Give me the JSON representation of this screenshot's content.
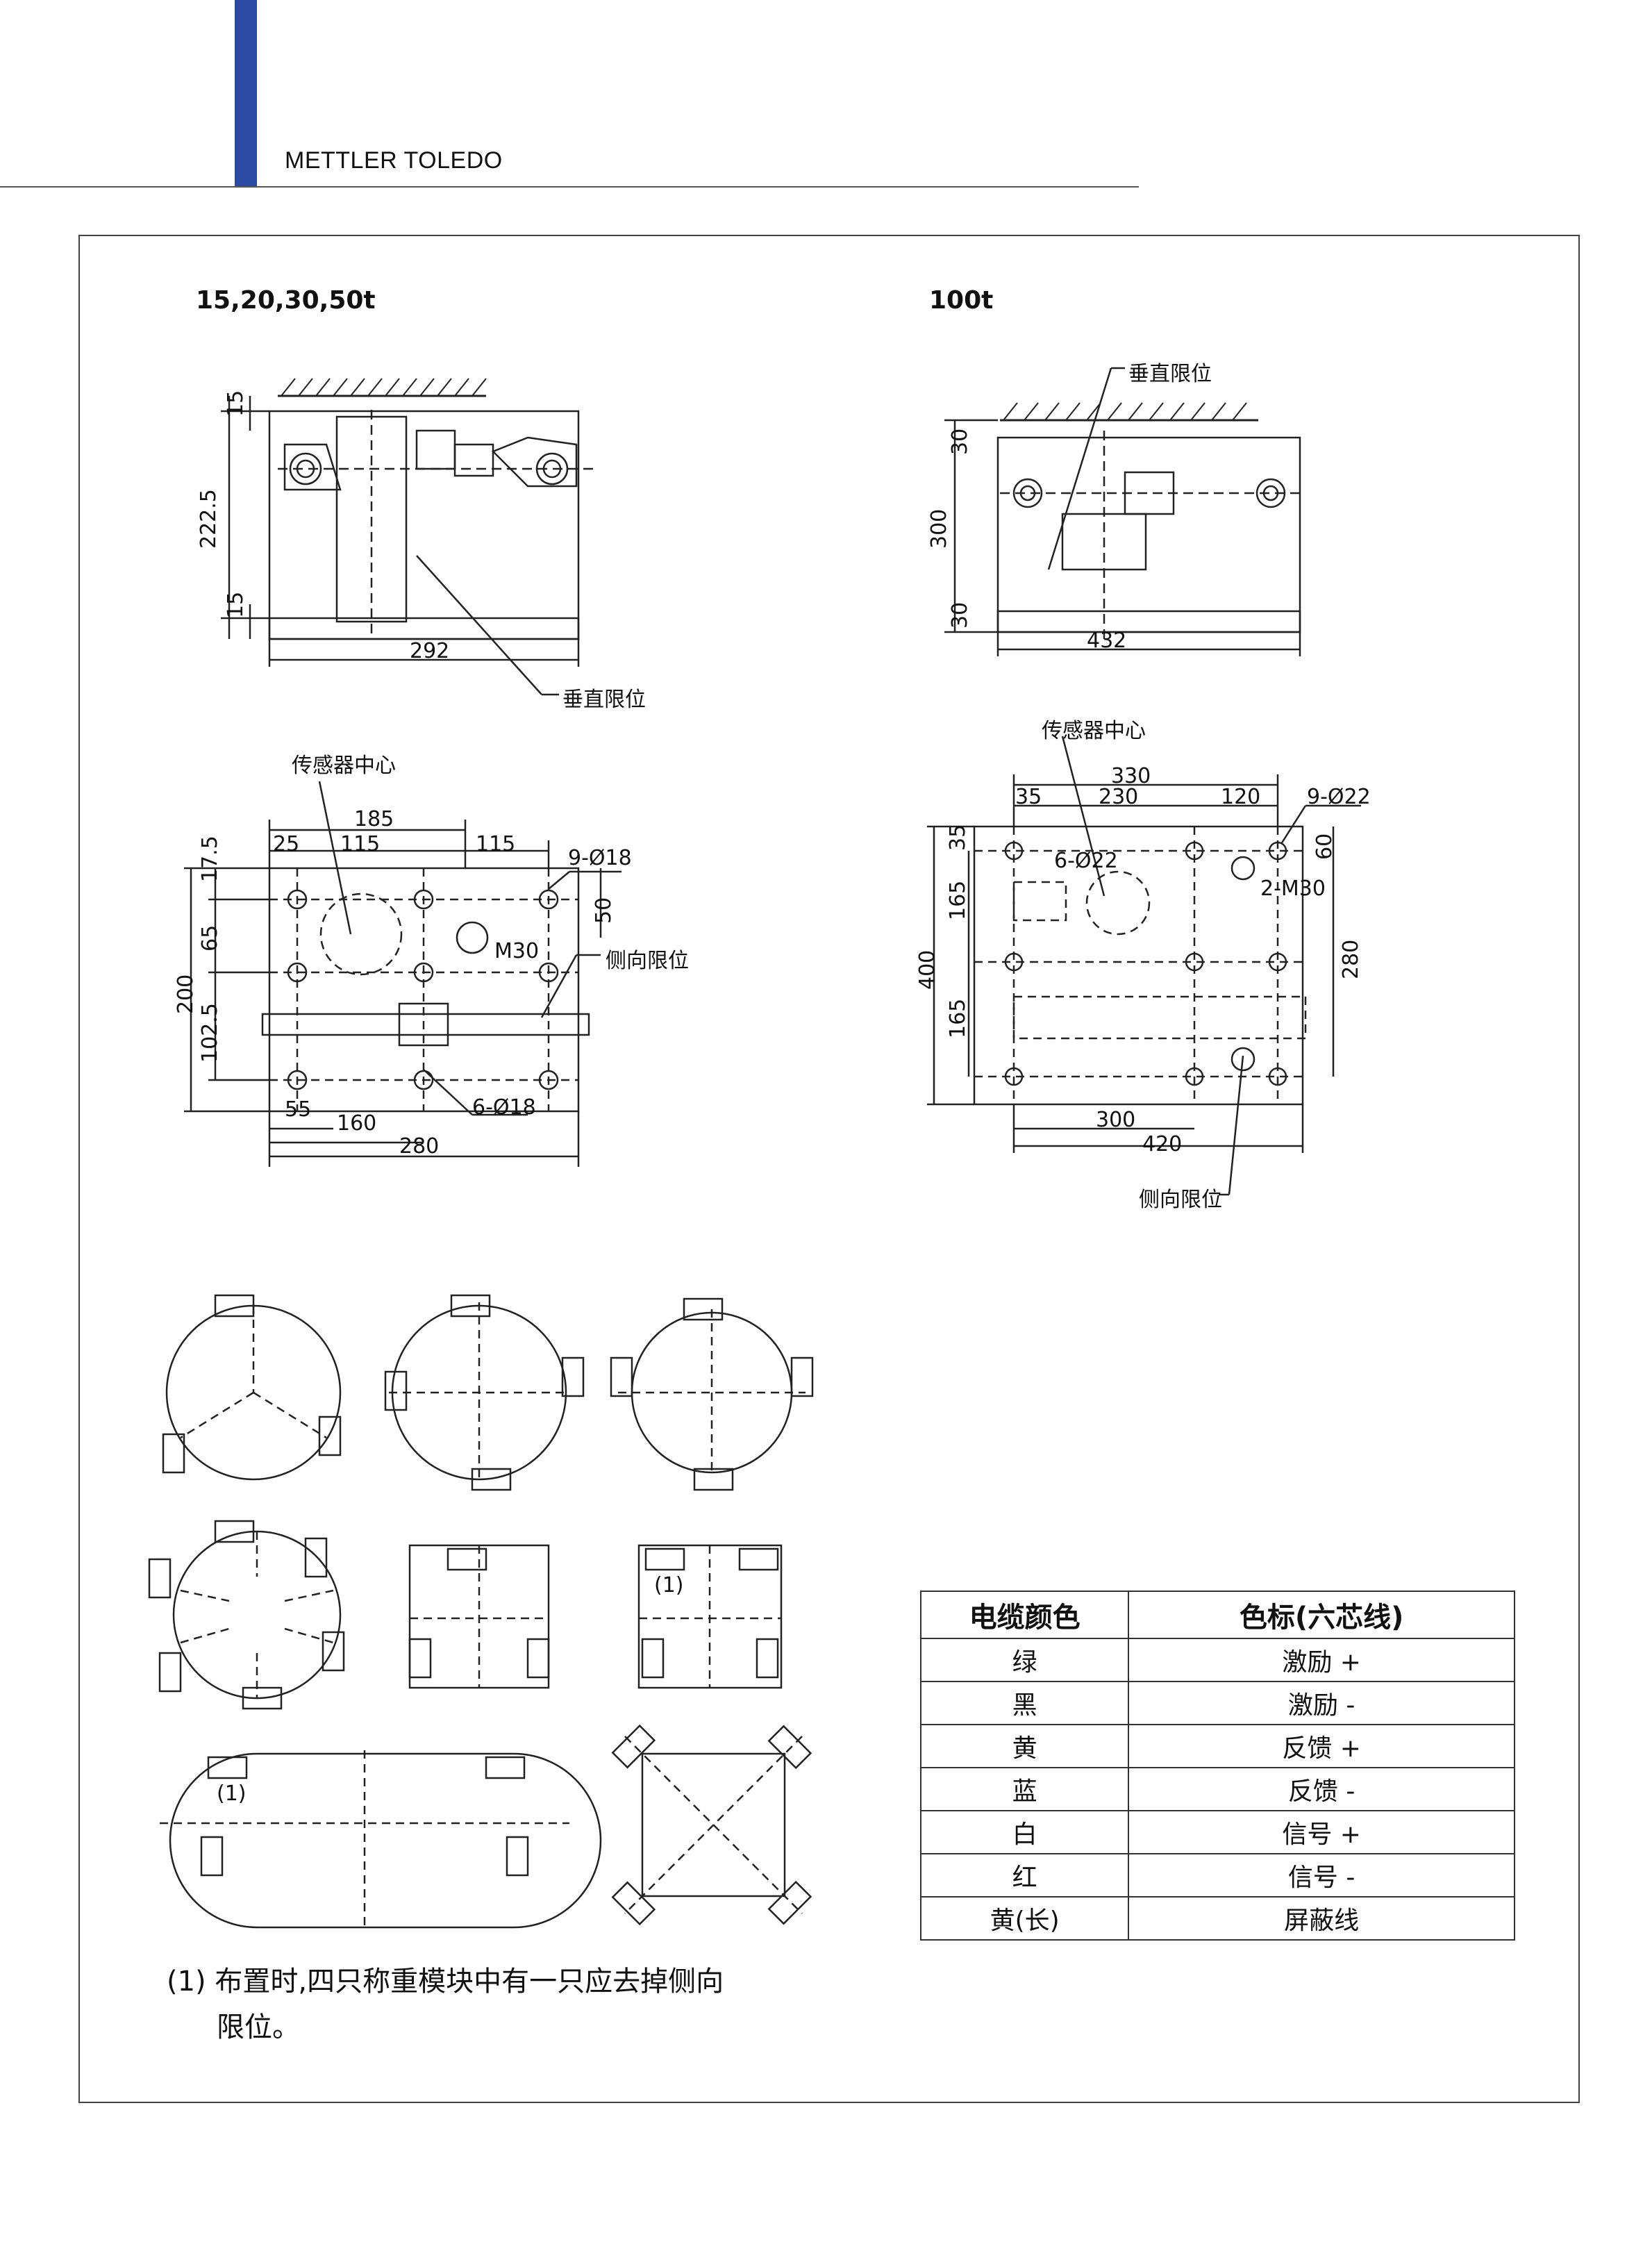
{
  "header": {
    "brand": "METTLER TOLEDO"
  },
  "drawings": {
    "left_title": "15,20,30,50t",
    "right_title": "100t",
    "left_top_dims": {
      "d15a": "15",
      "d222": "222.5",
      "d15b": "15",
      "d292": "292",
      "callout": "垂直限位"
    },
    "right_top_dims": {
      "d30a": "30",
      "d300": "300",
      "d30b": "30",
      "d432": "432",
      "callout": "垂直限位"
    },
    "left_plan": {
      "center": "传感器中心",
      "d185": "185",
      "d25": "25",
      "d115a": "115",
      "d115b": "115",
      "holes9": "9-Ø18",
      "d17": "17.5",
      "d65": "65",
      "d200": "200",
      "d102": "102.5",
      "d50": "50",
      "m30": "M30",
      "side": "侧向限位",
      "d55": "55",
      "d160": "160",
      "d280": "280",
      "holes6": "6-Ø18"
    },
    "right_plan": {
      "center": "传感器中心",
      "d330": "330",
      "d35": "35",
      "d230": "230",
      "d120": "120",
      "holes9": "9-Ø22",
      "holes6": "6-Ø22",
      "d60": "60",
      "m30": "2-M30",
      "d35b": "35",
      "d165a": "165",
      "d400": "400",
      "d165b": "165",
      "d280": "280",
      "d300": "300",
      "d420": "420",
      "side": "侧向限位"
    },
    "layout_marks": {
      "m1": "(1)",
      "m2": "(1)"
    }
  },
  "cable_table": {
    "headers": [
      "电缆颜色",
      "色标(六芯线)"
    ],
    "rows": [
      [
        "绿",
        "激励 +"
      ],
      [
        "黑",
        "激励 -"
      ],
      [
        "黄",
        "反馈 +"
      ],
      [
        "蓝",
        "反馈 -"
      ],
      [
        "白",
        "信号 +"
      ],
      [
        "红",
        "信号 -"
      ],
      [
        "黄(长)",
        "屏蔽线"
      ]
    ]
  },
  "note": {
    "line1": "(1) 布置时,四只称重模块中有一只应去掉侧向",
    "line2": "限位。"
  }
}
